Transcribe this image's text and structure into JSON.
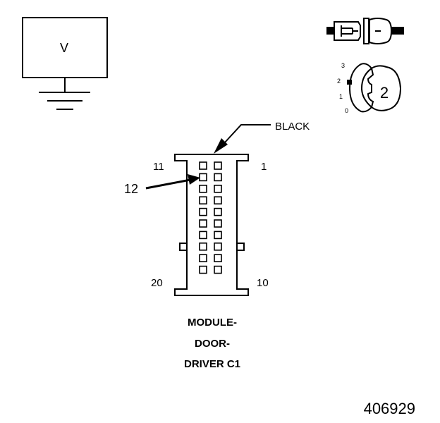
{
  "meter": {
    "label": "V"
  },
  "ignition": {
    "positions": [
      "3",
      "2",
      "1",
      "0"
    ],
    "selected": "2"
  },
  "connector": {
    "color_label": "BLACK",
    "pin_top_left": "11",
    "pin_top_right": "1",
    "pin_bottom_left": "20",
    "pin_bottom_right": "10",
    "pointer_pin": "12",
    "name_lines": [
      "MODULE-",
      "DOOR-",
      "DRIVER C1"
    ]
  },
  "figure_number": "406929"
}
